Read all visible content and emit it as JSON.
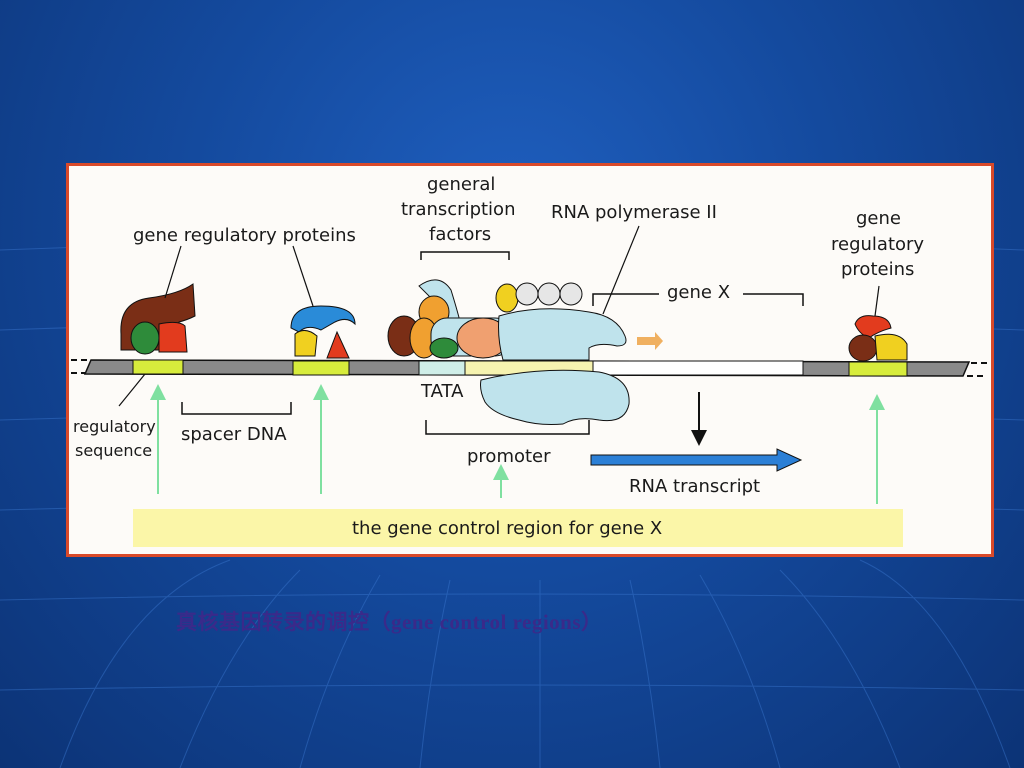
{
  "slide": {
    "caption": "真核基因转录的调控（gene control regions）"
  },
  "figure": {
    "labels": {
      "gene_regulatory_proteins_left": "gene regulatory proteins",
      "general_tf_1": "general",
      "general_tf_2": "transcription",
      "general_tf_3": "factors",
      "rna_pol": "RNA polymerase II",
      "gene_x": "gene X",
      "gene_reg_right_1": "gene",
      "gene_reg_right_2": "regulatory",
      "gene_reg_right_3": "proteins",
      "regulatory_sequence_1": "regulatory",
      "regulatory_sequence_2": "sequence",
      "spacer_dna": "spacer DNA",
      "tata": "TATA",
      "promoter": "promoter",
      "rna_transcript": "RNA transcript",
      "control_region": "the gene control region for gene X"
    },
    "colors": {
      "background_blue": "#144a9e",
      "panel_border": "#d94a2a",
      "yellow_box": "#fbf6a8",
      "regulatory_site": "#d7ec3c",
      "arrow_green": "#7fe0a0",
      "transcript_arrow": "#2b7fd6",
      "polymerase": "#bfe3ec",
      "brown": "#7a2e16",
      "red": "#e23b1e",
      "orange": "#f0a030",
      "yellow": "#f0d020",
      "green": "#2e8b3a",
      "blue": "#2a8bd8"
    }
  }
}
